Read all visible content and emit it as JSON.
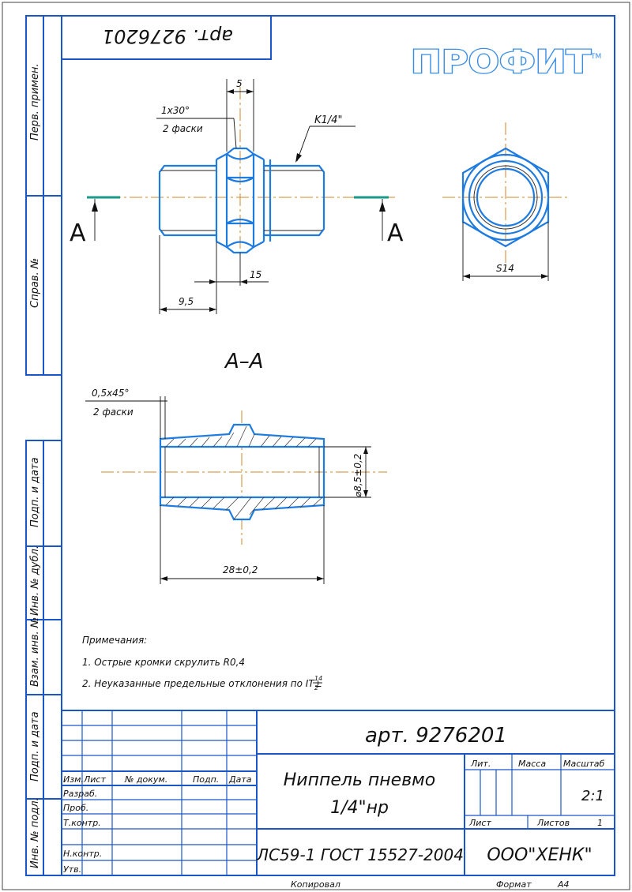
{
  "stamp": {
    "article": "арт. 9276201",
    "rotated_article": "арт. 9276201"
  },
  "logo": {
    "brand": "ПРОФИТ",
    "tm": "TM"
  },
  "side_strip": [
    "Перв. примен.",
    "Справ. №",
    "Подп. и дата",
    "Инв. № дубл.",
    "Взам. инв. №",
    "Подп. и дата",
    "Инв. № подл."
  ],
  "dims": {
    "chamfer_top": "1x30°",
    "chamfer_top_note": "2 фаски",
    "width_5": "5",
    "thread": "K1/4\"",
    "dim_15": "15",
    "dim_95": "9,5",
    "hex": "S14",
    "chamfer_sec": "0,5x45°",
    "chamfer_sec_note": "2 фаски",
    "bore": "⌀8,5±0,2",
    "length": "28±0,2"
  },
  "section": {
    "label_left": "A",
    "label_right": "A",
    "title": "A–A"
  },
  "notes": {
    "title": "Примечания:",
    "items": [
      "1. Острые кромки скрулить R0,4",
      "2. Неуказанные предельные отклонения по IT±"
    ],
    "it_num": "14",
    "it_den": "2"
  },
  "title_block": {
    "article": "арт. 9276201",
    "headers": [
      "Изм.",
      "Лист",
      "№ докум.",
      "Подп.",
      "Дата"
    ],
    "roles": [
      "Разраб.",
      "Проб.",
      "Т.контр.",
      "",
      "Н.контр.",
      "Утв."
    ],
    "name_line1": "Ниппель пневмо",
    "name_line2": "1/4\"нр",
    "lit": "Лит.",
    "mass": "Масса",
    "scale_label": "Масштаб",
    "scale": "2:1",
    "sheet": "Лист",
    "sheets": "Листов",
    "sheets_count": "1",
    "material": "ЛС59-1 ГОСТ 15527-2004",
    "company": "ООО\"ХЕНК\"",
    "copied": "Копировал",
    "format_label": "Формат",
    "format": "А4"
  }
}
